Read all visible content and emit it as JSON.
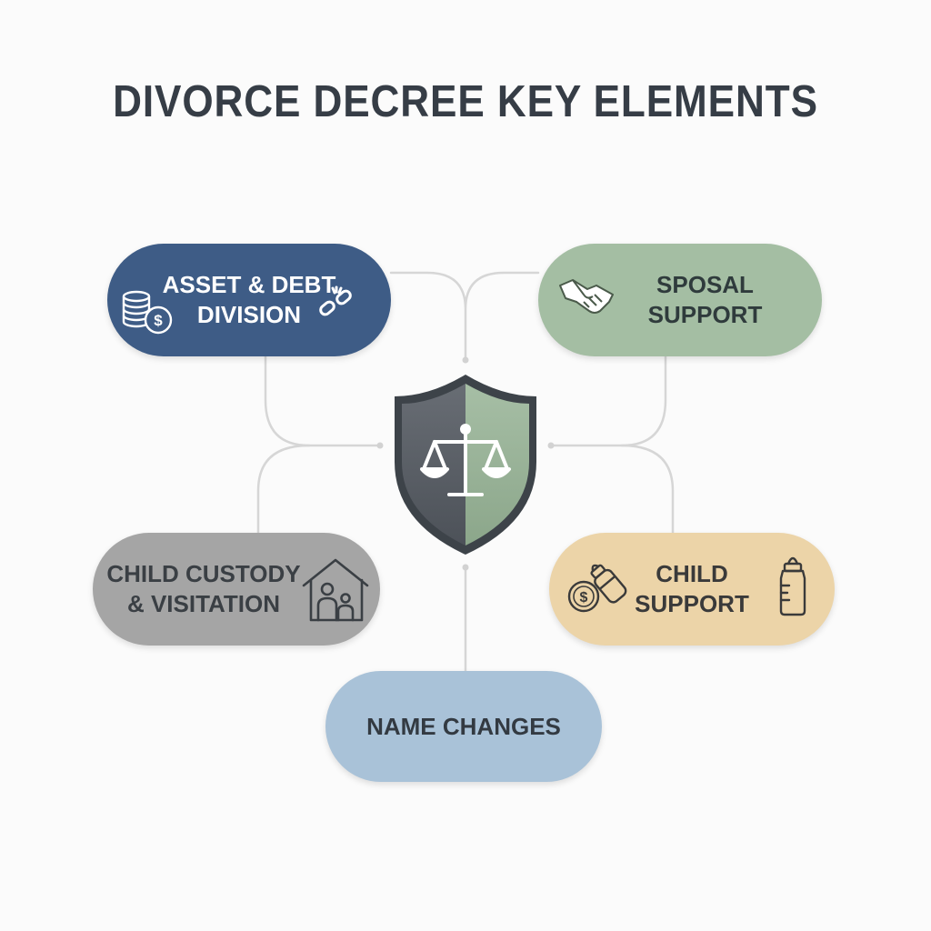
{
  "title": "DIVORCE DECREE KEY ELEMENTS",
  "nodes": {
    "asset_debt": {
      "line1": "ASSET & DEBT",
      "line2": "DIVISION"
    },
    "spousal": {
      "line1": "SPOSAL",
      "line2": "SUPPORT"
    },
    "custody": {
      "line1": "CHILD CUSTODY",
      "line2": "& VISITATION"
    },
    "child_support": {
      "line1": "CHILD",
      "line2": "SUPPORT"
    },
    "name_changes": {
      "line1": "NAME CHANGES"
    }
  },
  "icons": {
    "center": "shield-scales-icon",
    "asset_debt": [
      "coins-icon",
      "broken-chain-icon"
    ],
    "spousal": [
      "handshake-icon"
    ],
    "custody": [
      "house-family-icon"
    ],
    "child_support": [
      "coin-bottle-icon",
      "baby-bottle-icon"
    ]
  },
  "colors": {
    "asset_debt": "#3e5c86",
    "spousal": "#a4bea3",
    "custody": "#a5a5a5",
    "child_support": "#ecd4a8",
    "name_changes": "#a9c2d8",
    "shield_dark": "#5a5f66",
    "shield_green": "#9bb49a",
    "shield_border": "#3d4349",
    "title": "#363d46",
    "connector": "#d4d4d4"
  }
}
